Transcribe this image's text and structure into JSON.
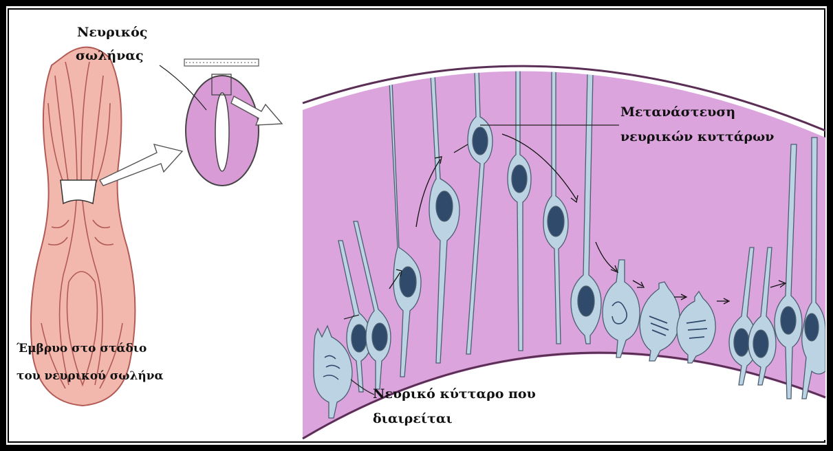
{
  "labels": {
    "neural_tube_line1": "Νευρικός",
    "neural_tube_line2": "σωλήνας",
    "migration_line1": "Μετανάστευση",
    "migration_line2": "νευρικών κυττάρων",
    "embryo_line1": "Έμβρυο στο στάδιο",
    "embryo_line2": "του νευρικού σωλήνα",
    "dividing_line1": "Νευρικό κύτταρο που",
    "dividing_line2": "διαιρείται"
  },
  "colors": {
    "tissue_fill": "#dba4dc",
    "tube_fill": "#d99bd6",
    "cell_fill": "#bcd3e4",
    "nucleus_fill": "#2f4a6a",
    "embryo_fill": "#f2b7ad",
    "embryo_stroke": "#b25a55"
  }
}
